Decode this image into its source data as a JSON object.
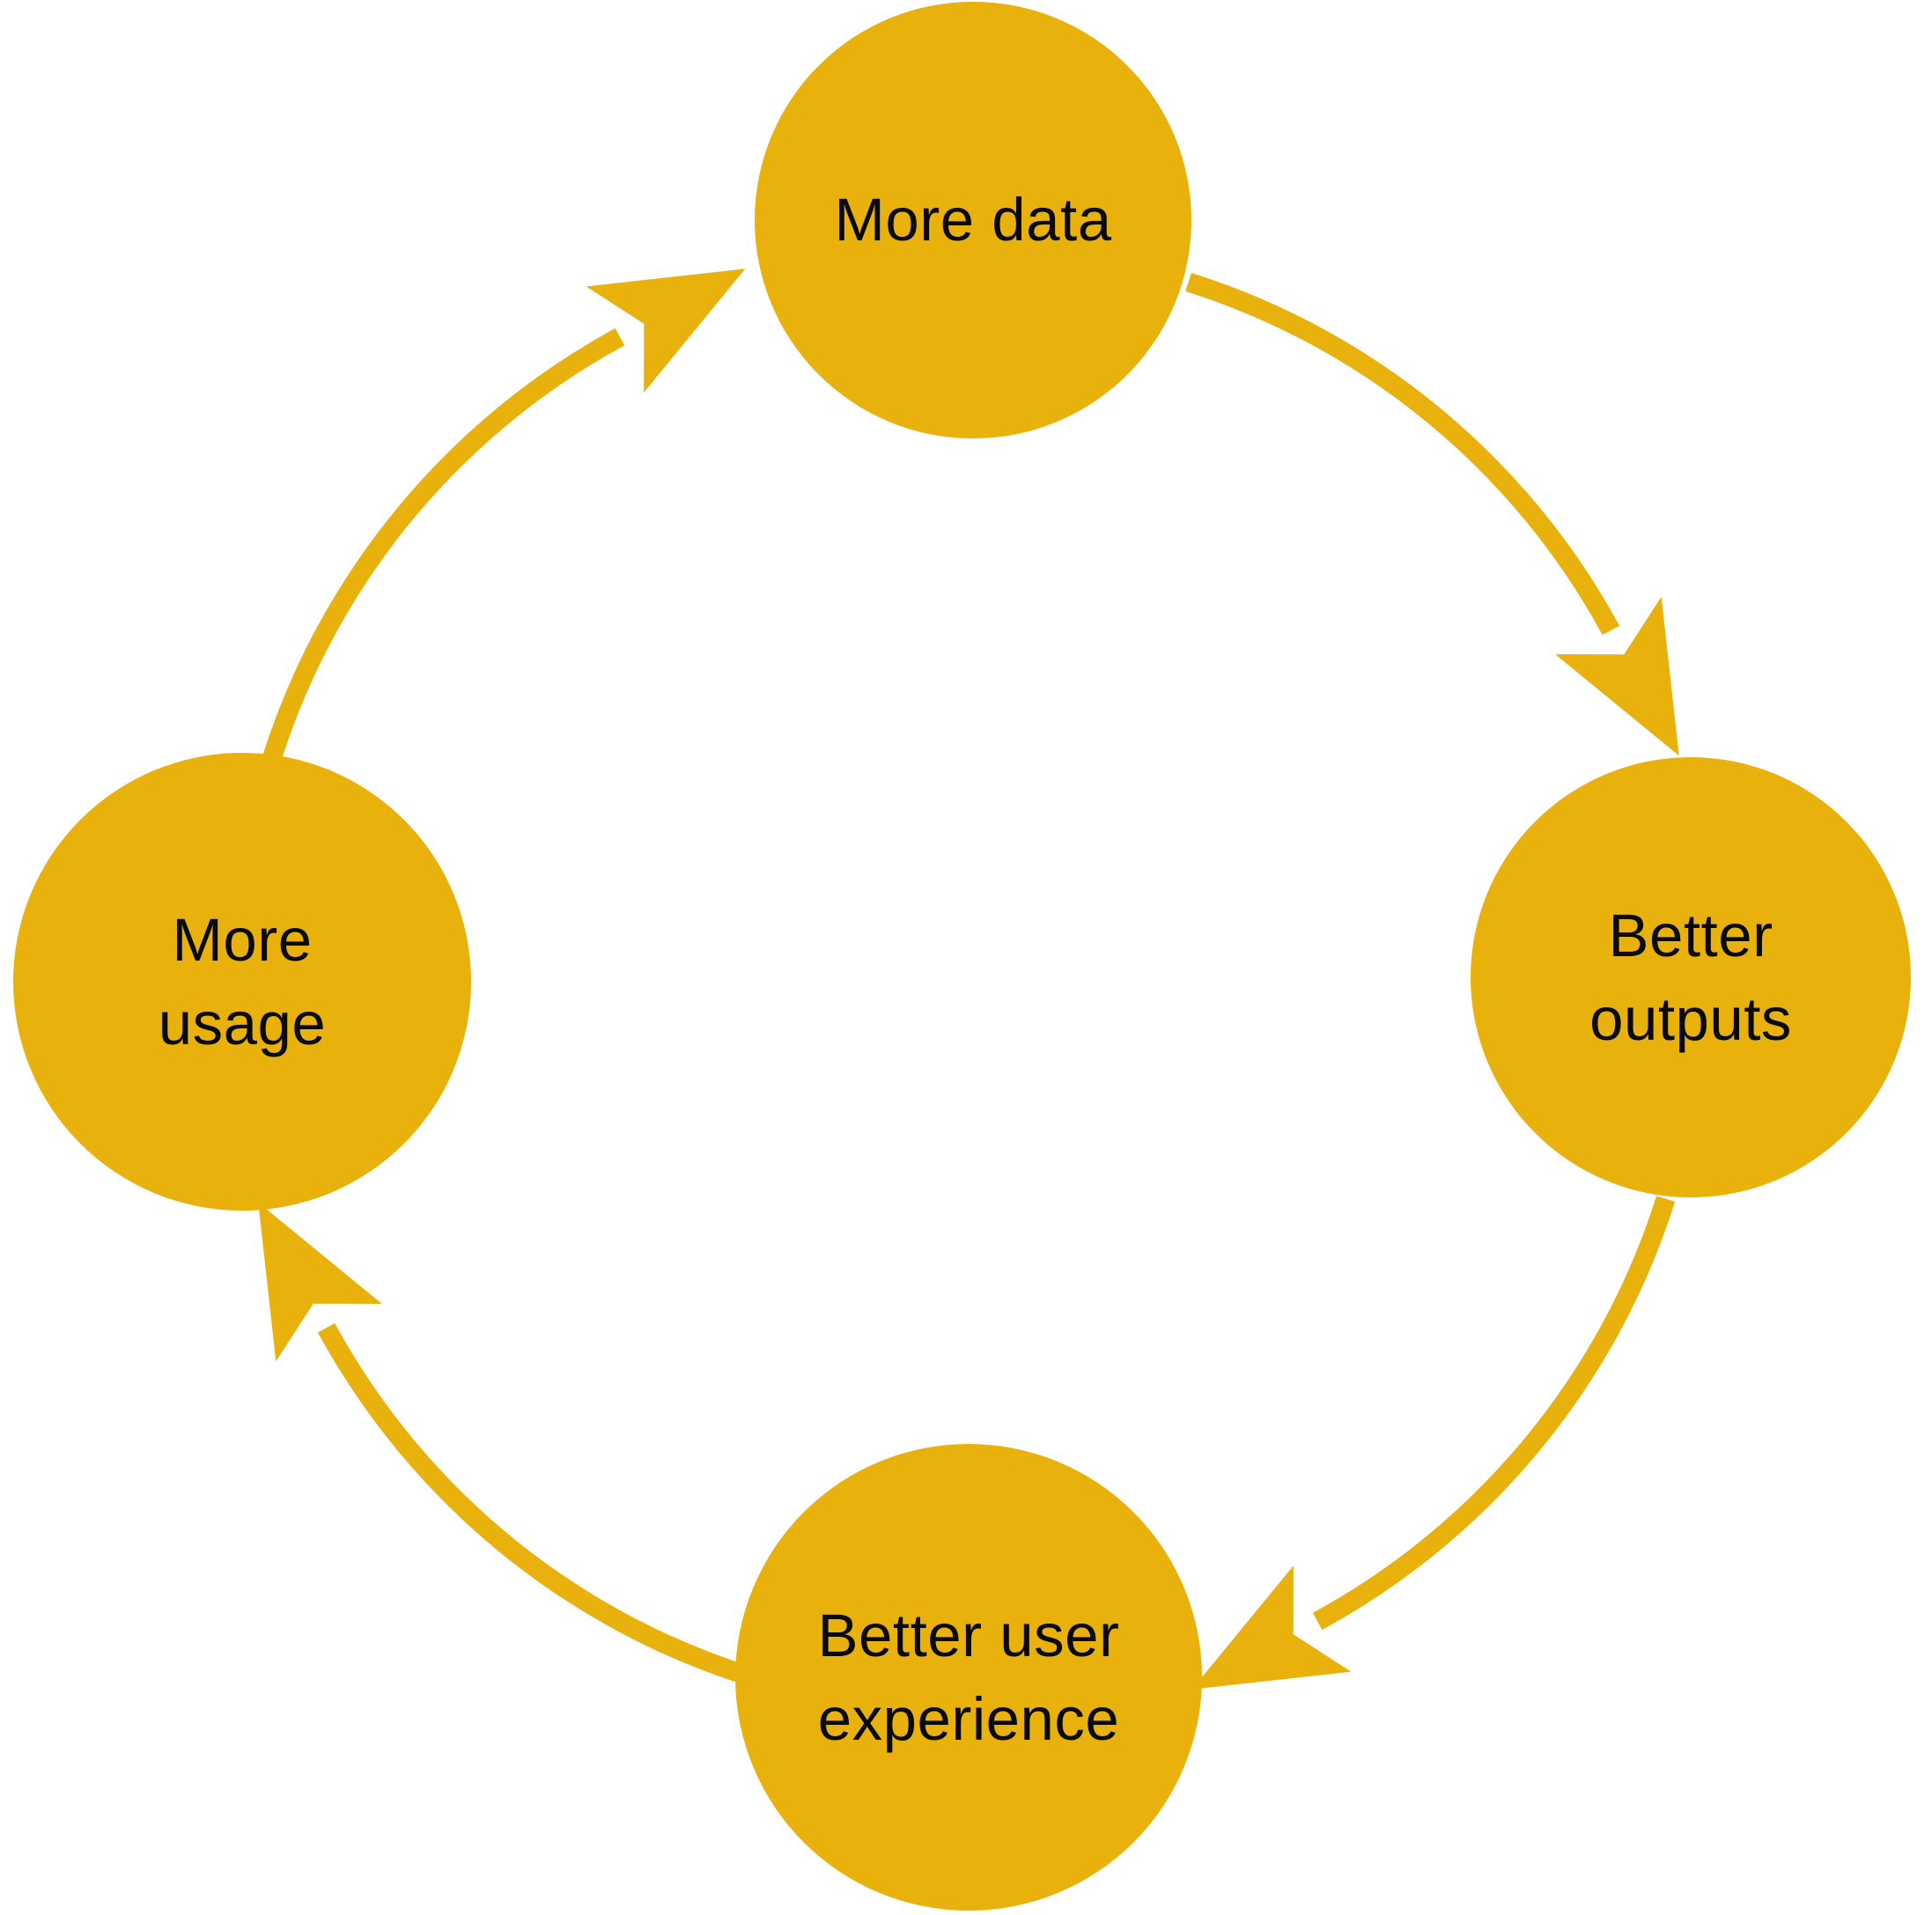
{
  "colors": {
    "accent": "#E8B10C",
    "text": "#0a0a0a",
    "background": "#ffffff"
  },
  "nodes": {
    "top": {
      "label": "More data"
    },
    "right": {
      "line1": "Better",
      "line2": "outputs"
    },
    "bottom": {
      "line1": "Better user",
      "line2": "experience"
    },
    "left": {
      "line1": "More",
      "line2": "usage"
    }
  },
  "edges": [
    {
      "from": "More data",
      "to": "Better outputs"
    },
    {
      "from": "Better outputs",
      "to": "Better user experience"
    },
    {
      "from": "Better user experience",
      "to": "More usage"
    },
    {
      "from": "More usage",
      "to": "More data"
    }
  ]
}
